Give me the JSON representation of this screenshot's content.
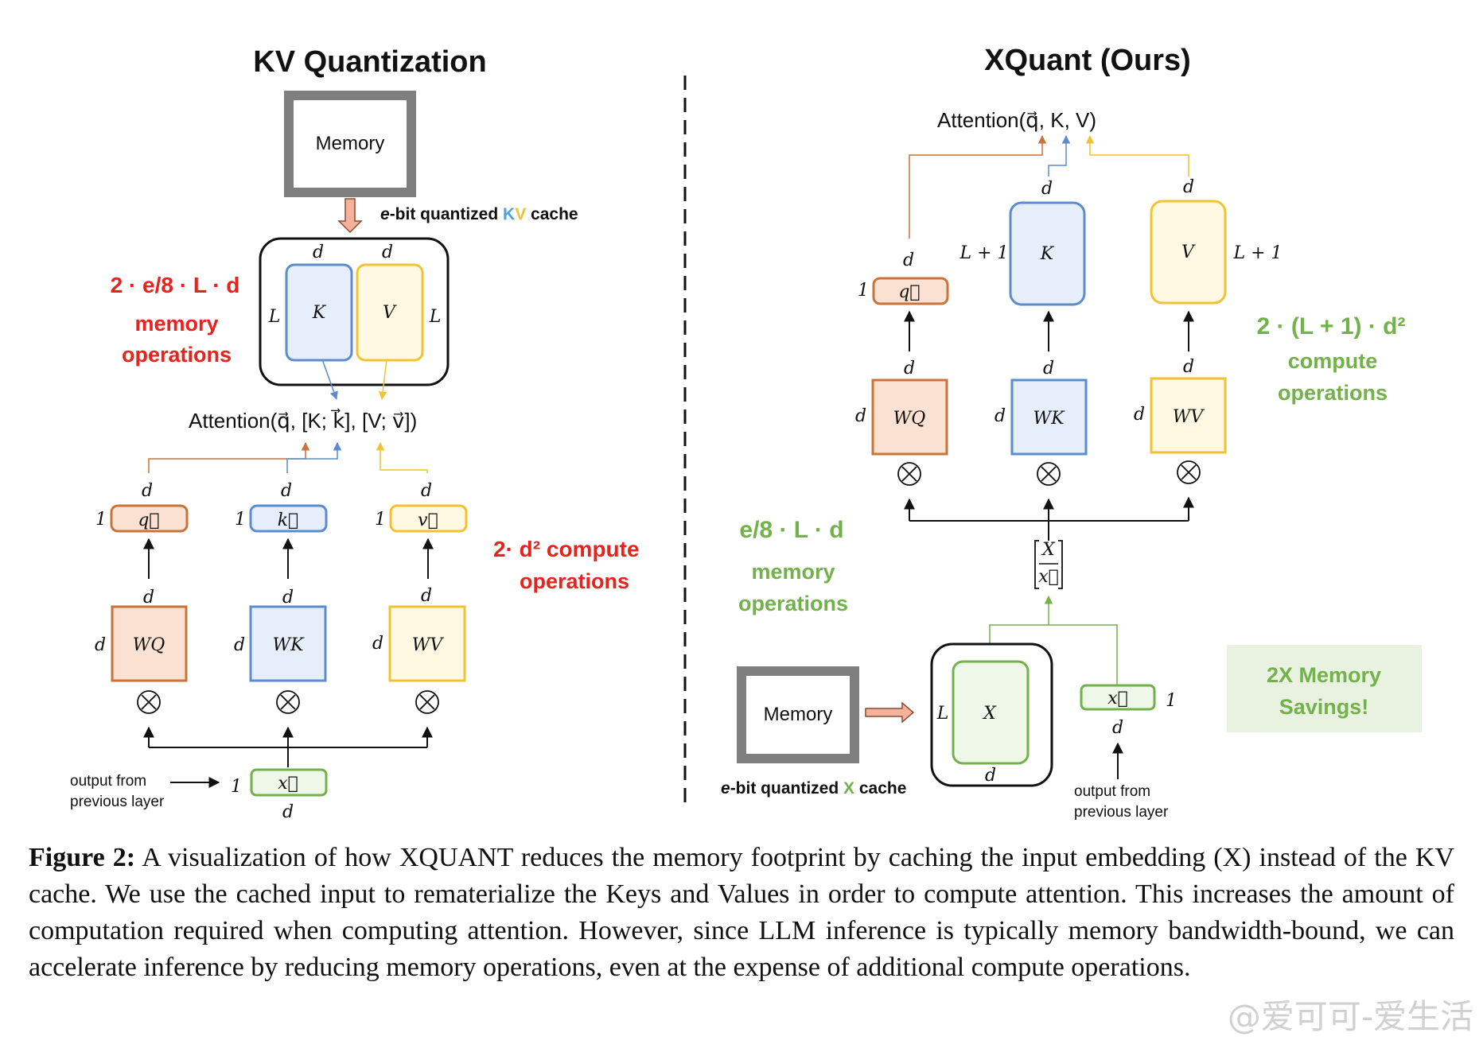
{
  "left": {
    "title": "KV Quantization",
    "memory_label": "Memory",
    "cache_prefix": "e",
    "cache_mid": "-bit quantized ",
    "cache_K": "K",
    "cache_V": "V",
    "cache_suffix": " cache",
    "memops_formula": "2 · e/8 · L · d",
    "memops_line1": "memory",
    "memops_line2": "operations",
    "compute_formula": "2· d² compute",
    "compute_line2": "operations",
    "attention_label": "Attention(q⃗, [K; k⃗], [V; v⃗])",
    "output_from_line1": "output from",
    "output_from_line2": "previous layer",
    "K": "K",
    "V": "V",
    "WQ": "WQ",
    "WK": "WK",
    "WV": "WV",
    "q": "q⃗",
    "k": "k⃗",
    "v": "v⃗",
    "x": "x⃗",
    "d": "d",
    "L": "L",
    "one": "1"
  },
  "right": {
    "title": "XQuant (Ours)",
    "attention_label": "Attention(q⃗, K, V)",
    "L_plus_1": "L + 1",
    "K": "K",
    "V": "V",
    "q": "q⃗",
    "WQ": "WQ",
    "WK": "WK",
    "WV": "WV",
    "compute_formula": "2 · (L + 1) · d²",
    "compute_line1": "compute",
    "compute_line2": "operations",
    "memops_formula": "e/8 · L · d",
    "memops_line1": "memory",
    "memops_line2": "operations",
    "stack_label": "[X; x⃗]",
    "memory_label": "Memory",
    "X": "X",
    "x": "x⃗",
    "cache_prefix": "e",
    "cache_mid": "-bit quantized ",
    "cache_X": "X",
    "cache_suffix": " cache",
    "output_from_line1": "output from",
    "output_from_line2": "previous layer",
    "savings_line1": "2X Memory",
    "savings_line2": "Savings!",
    "d": "d",
    "L": "L",
    "one": "1"
  },
  "caption": {
    "label": "Figure 2:",
    "text": "A visualization of how XQUANT reduces the memory footprint by caching the input embedding (X) instead of the KV cache. We use the cached input to rematerialize the Keys and Values in order to compute attention. This increases the amount of computation required when computing attention. However, since LLM inference is typically memory bandwidth-bound, we can accelerate inference by reducing memory operations, even at the expense of additional compute operations."
  },
  "watermark": "@爱可可-爱生活",
  "colors": {
    "red": "#e8231e",
    "green": "#73b14a",
    "q_border": "#c8733a",
    "q_fill": "#fbe1d2",
    "k_border": "#5b8ccc",
    "k_fill": "#e5eefa",
    "v_border": "#f1c232",
    "v_fill": "#fff9e3",
    "x_border": "#73b14a",
    "x_fill": "#eef7e8",
    "memory_border": "#7f7f7f",
    "savings_fill": "#e9f2e0"
  }
}
